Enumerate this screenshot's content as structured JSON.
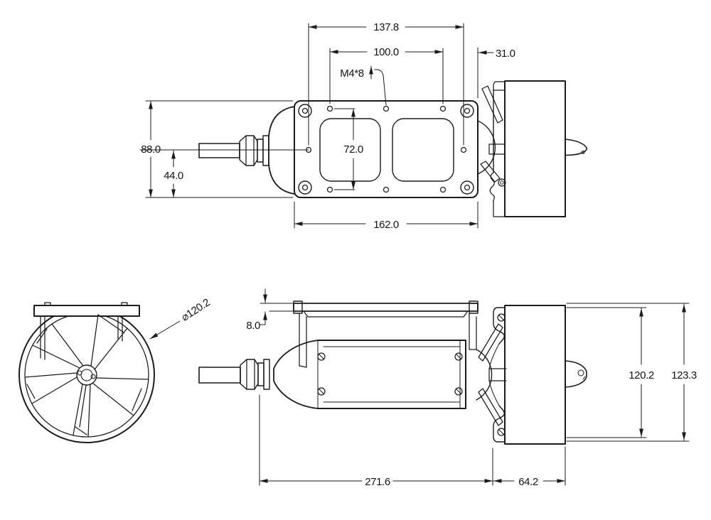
{
  "colors": {
    "background": "#ffffff",
    "line": "#1b1b1b"
  },
  "dims": {
    "hole_span": "137.8",
    "inner_hole_span": "100.0",
    "thread_callout": "M4*8",
    "duct_offset": "31.0",
    "plate_height": "88.0",
    "axis_offset": "44.0",
    "hole_row_spacing": "72.0",
    "plate_length": "162.0",
    "propeller_diameter": "⌀120.2",
    "plate_thickness": "8.0",
    "body_length": "271.6",
    "duct_length": "64.2",
    "duct_inner_diameter": "120.2",
    "duct_outer_diameter": "123.3"
  }
}
